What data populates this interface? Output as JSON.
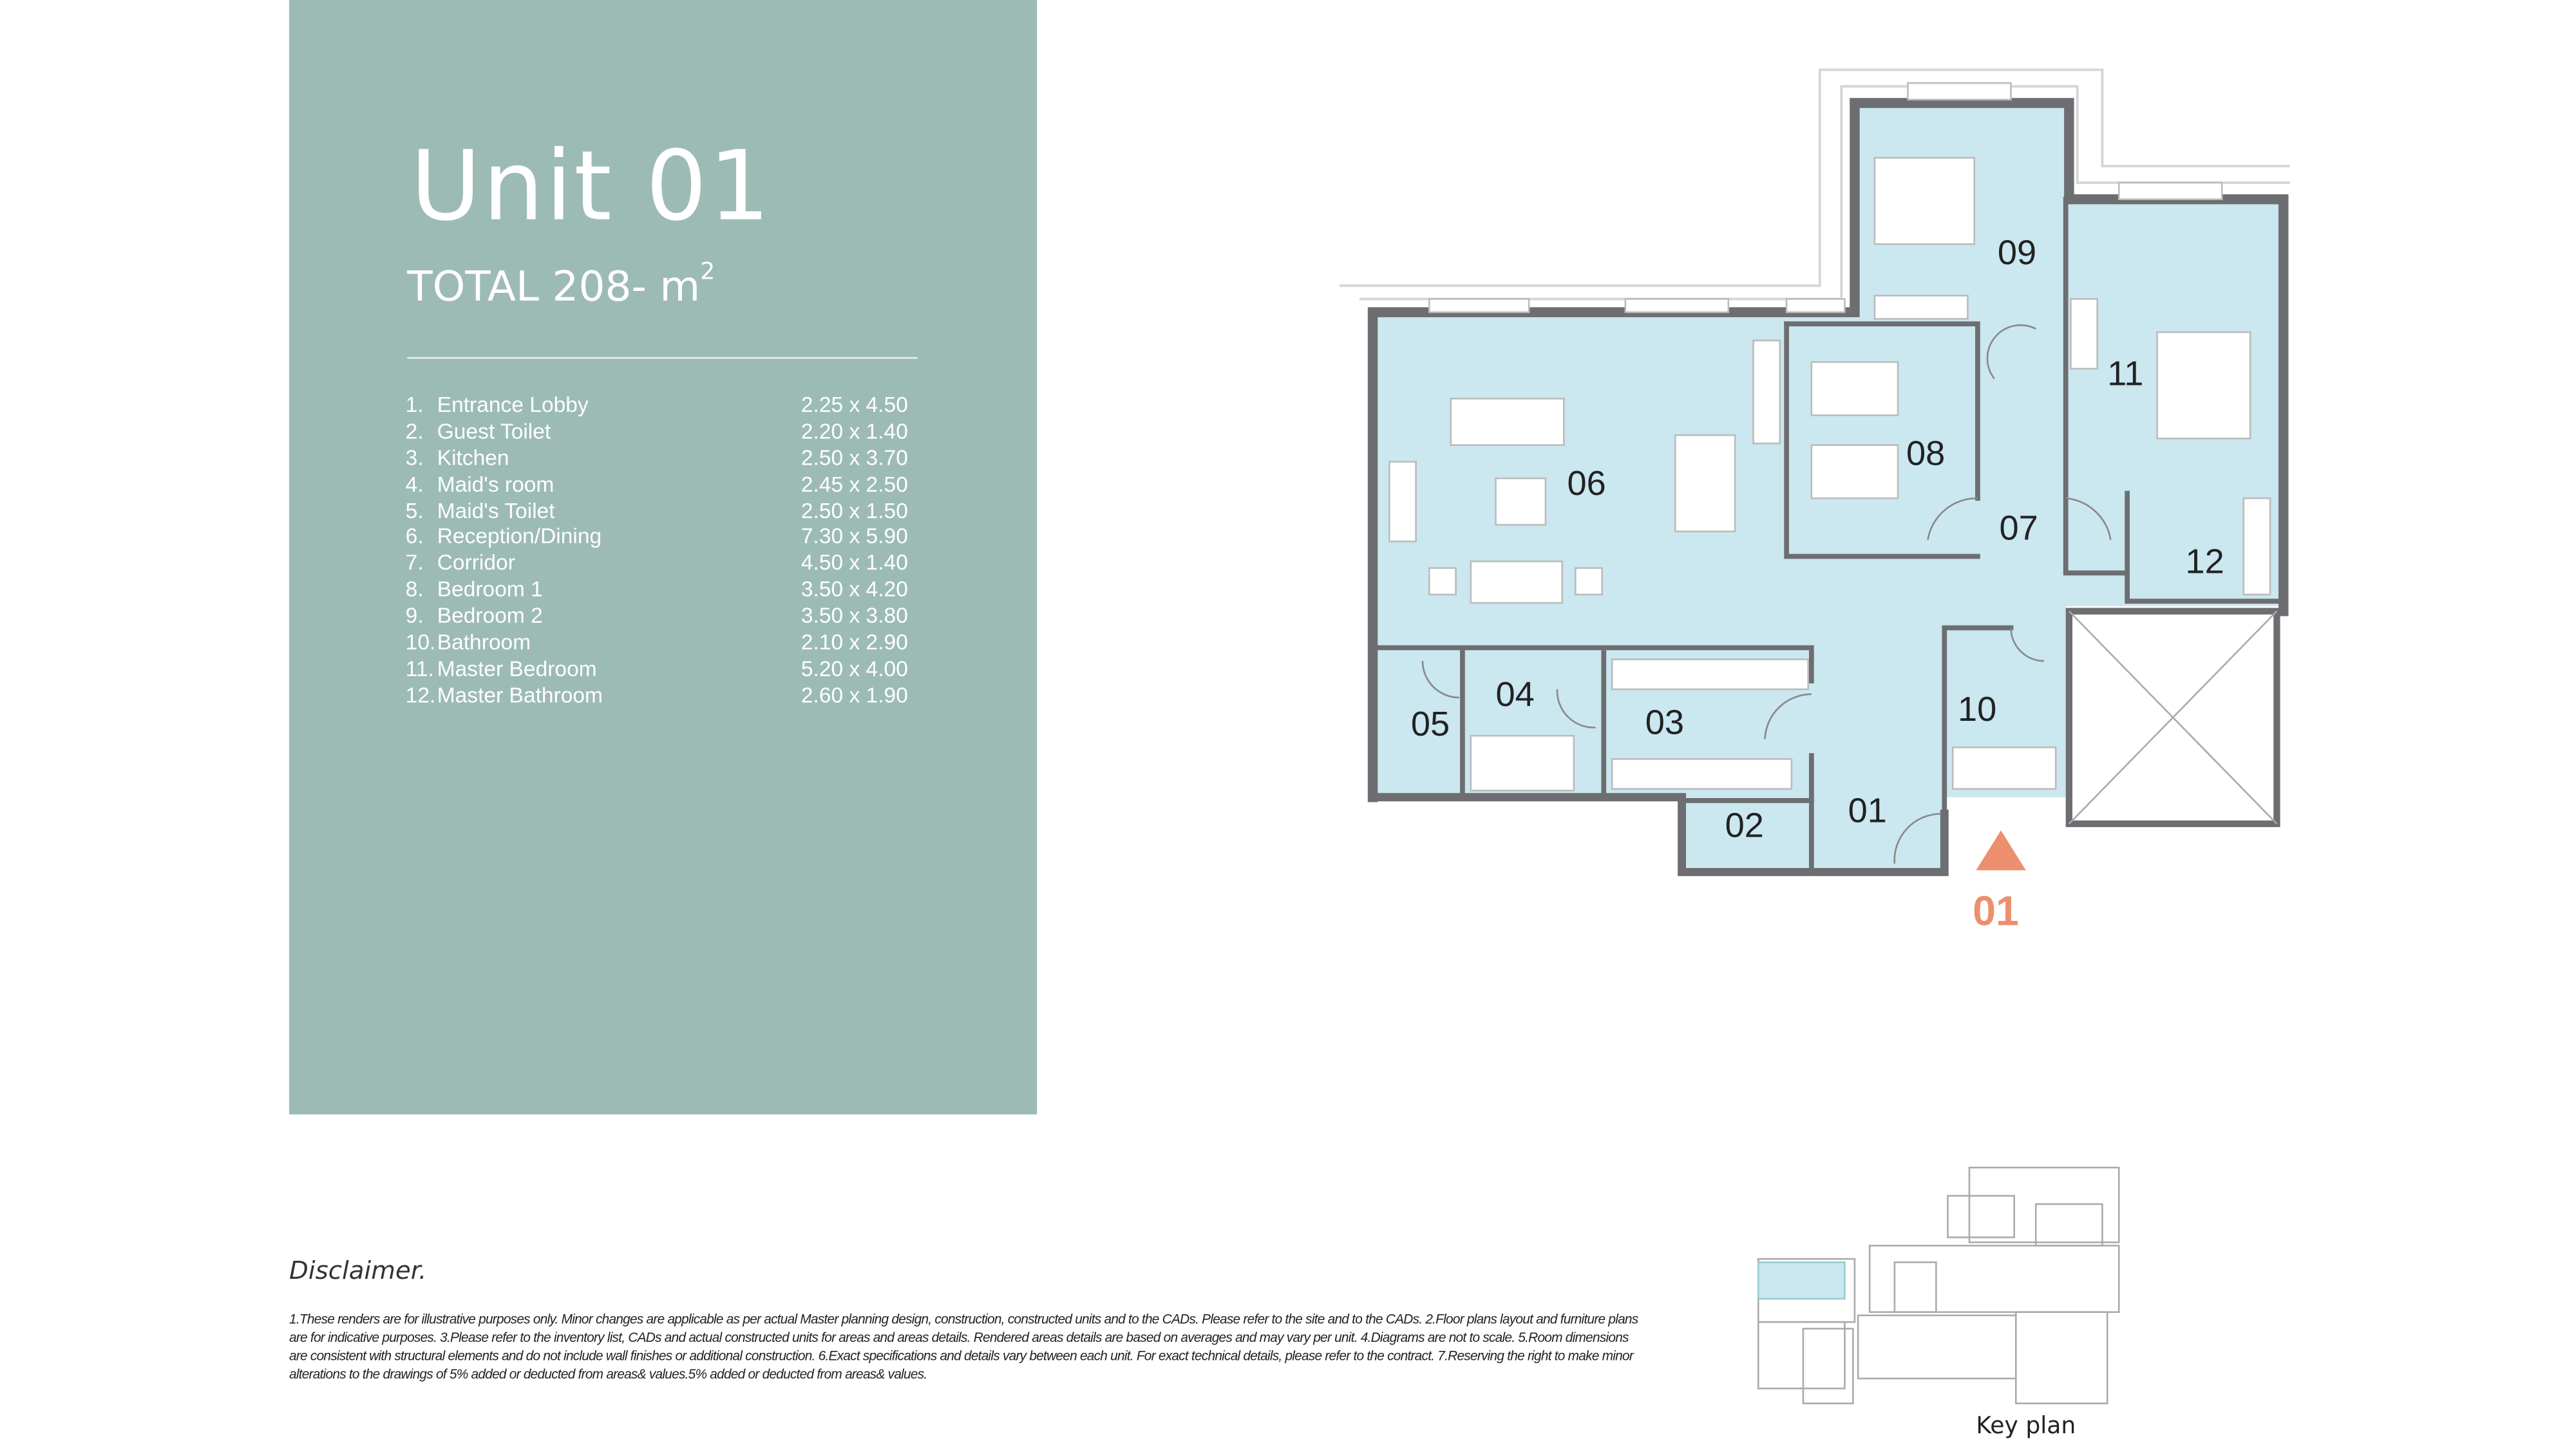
{
  "unit": {
    "title": "Unit 01",
    "total_prefix": "TOTAL 208- m",
    "total_sup": "2"
  },
  "rooms": [
    {
      "num": "1.",
      "name": "Entrance Lobby",
      "dims": "2.25 x 4.50"
    },
    {
      "num": "2.",
      "name": "Guest Toilet",
      "dims": "2.20 x 1.40"
    },
    {
      "num": "3.",
      "name": "Kitchen",
      "dims": "2.50 x 3.70"
    },
    {
      "num": "4.",
      "name": "Maid's room",
      "dims": "2.45 x 2.50"
    },
    {
      "num": "5.",
      "name": "Maid's Toilet",
      "dims": "2.50 x 1.50"
    },
    {
      "num": "6.",
      "name": "Reception/Dining",
      "dims": "7.30 x 5.90"
    },
    {
      "num": "7.",
      "name": "Corridor",
      "dims": "4.50 x 1.40"
    },
    {
      "num": "8.",
      "name": "Bedroom 1",
      "dims": "3.50 x 4.20"
    },
    {
      "num": "9.",
      "name": "Bedroom 2",
      "dims": "3.50 x 3.80"
    },
    {
      "num": "10.",
      "name": "Bathroom",
      "dims": "2.10 x 2.90"
    },
    {
      "num": "11.",
      "name": "Master Bedroom",
      "dims": "5.20 x 4.00"
    },
    {
      "num": "12.",
      "name": "Master Bathroom",
      "dims": "2.60 x 1.90"
    }
  ],
  "plan_labels": {
    "r01": "01",
    "r02": "02",
    "r03": "03",
    "r04": "04",
    "r05": "05",
    "r06": "06",
    "r07": "07",
    "r08": "08",
    "r09": "09",
    "r10": "10",
    "r11": "11",
    "r12": "12",
    "entrance": "01"
  },
  "disclaimer": {
    "title": "Disclaimer.",
    "body": "1.These renders are for illustrative purposes only. Minor changes are applicable as per actual Master planning design, construction, constructed units and to the CADs. Please refer to the site and to the CADs. 2.Floor plans layout and furniture plans are for indicative purposes. 3.Please refer to the inventory list, CADs and actual constructed units for areas and areas details. Rendered areas details are based on averages and may vary per unit. 4.Diagrams are not to scale. 5.Room dimensions are consistent with structural elements and do not include wall finishes or additional construction. 6.Exact specifications and details vary between each unit. For exact technical details, please refer to the contract. 7.Reserving the right to make minor alterations to the drawings of 5% added or deducted from areas& values.5% added or deducted from areas& values."
  },
  "keyplan": {
    "label": "Key plan"
  },
  "colors": {
    "panel": "#9dbbb5",
    "room_fill": "#cbe7f0",
    "wall": "#6d6e71",
    "entrance_marker": "#ec8f6e"
  }
}
